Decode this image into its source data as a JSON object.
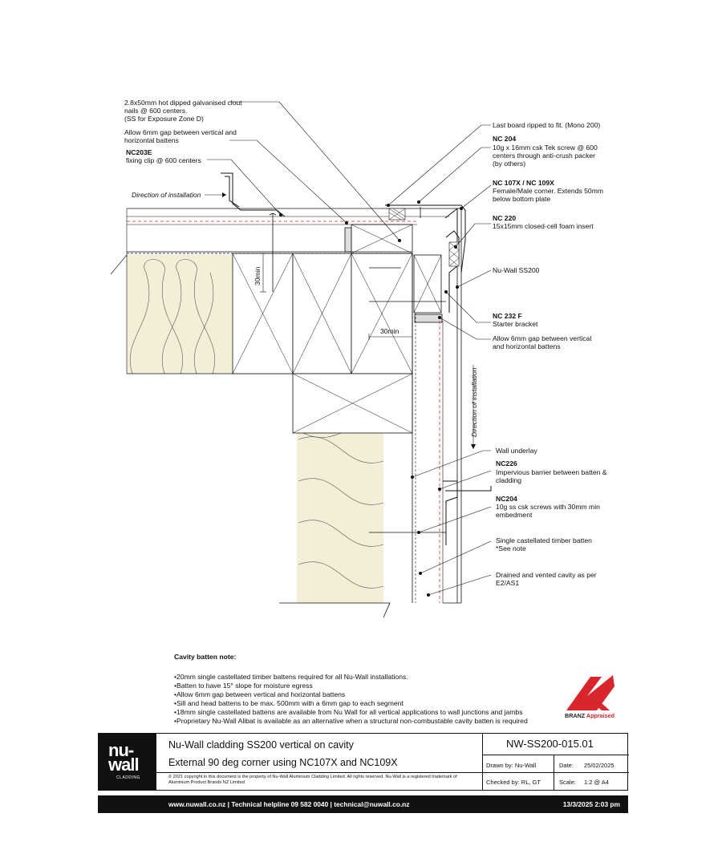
{
  "labels": {
    "nails_1": "2.8x50mm hot dipped galvanised clout",
    "nails_2": "nails @ 600 centers.",
    "nails_3": "(SS for Exposure Zone D)",
    "gap_top_1": "Allow 6mm gap between vertical and",
    "gap_top_2": "horizontal battens",
    "nc203e_code": "NC203E",
    "nc203e_desc": "fixing clip @ 600 centers",
    "direction_h": "Direction of installation",
    "direction_v": "Direction of installation",
    "last_board": "Last board ripped to fit. (Mono 200)",
    "nc204a_code": "NC 204",
    "nc204a_1": "10g x 16mm csk Tek screw @ 600",
    "nc204a_2": "centers through anti-crush packer",
    "nc204a_3": "(by others)",
    "nc107_code": "NC 107X / NC 109X",
    "nc107_1": "Female/Male corner. Extends 50mm",
    "nc107_2": "below bottom plate",
    "nc220_code": "NC 220",
    "nc220_1": "15x15mm closed-cell foam insert",
    "ss200": "Nu-Wall SS200",
    "nc232_code": "NC 232 F",
    "nc232_1": "Starter bracket",
    "gap_right_1": "Allow 6mm gap between vertical",
    "gap_right_2": "and horizontal battens",
    "underlay": "Wall underlay",
    "nc226_code": "NC226",
    "nc226_1": "Impervious barrier between batten &",
    "nc226_2": "cladding",
    "nc204b_code": "NC204",
    "nc204b_1": "10g ss csk screws with 30mm min",
    "nc204b_2": "embedment",
    "batten_1": "Single castellated timber batten",
    "batten_2": "*See note",
    "cavity_1": "Drained and vented cavity as per",
    "cavity_2": "E2/AS1",
    "dim_a": "30min",
    "dim_b": "30min"
  },
  "notes": {
    "title": "Cavity batten note:",
    "items": [
      "20mm single castellated timber battens required for all Nu-Wall installations.",
      "Batten to have 15° slope for moisture egress",
      "Allow 6mm gap between vertical and horizontal battens",
      "Sill and head battens to be max. 500mm with a 6mm gap to each segment",
      "18mm single castellated battens are available from Nu Wall for all vertical applications to wall junctions and jambs",
      "Proprietary Nu-Wall Alibat is available as an alternative when a structural non-combustable cavity batten is required"
    ]
  },
  "branz": {
    "name": "BRANZ",
    "appraised": "Appraised"
  },
  "titleblock": {
    "logo_nu": "nu-",
    "logo_wall": "wall",
    "logo_sub": "CLADDING",
    "title_1": "Nu-Wall cladding SS200 vertical on cavity",
    "title_2": "External 90 deg corner using NC107X and NC109X",
    "copyright": "© 2021 copyright in this document is the property of Nu-Wall Aluminium Cladding Limited. All rights reserved. Nu-Wall is a registered trademark of Aluminium Product Brands NZ Limited",
    "drawing_no": "NW-SS200-015.01",
    "drawn_by": "Drawn by: Nu-Wall",
    "date_label": "Date:",
    "date_value": "25/02/2025",
    "checked_by": "Checked by: RL, GT",
    "scale_label": "Scale:",
    "scale_value": "1:2 @ A4"
  },
  "footer": {
    "contact": "www.nuwall.co.nz  |  Technical helpline 09 582 0040  |  technical@nuwall.co.nz",
    "timestamp": "13/3/2025 2:03 pm"
  },
  "colors": {
    "insulation": "#f2efd6",
    "membrane_red": "#d9262c",
    "ink": "#111111"
  }
}
